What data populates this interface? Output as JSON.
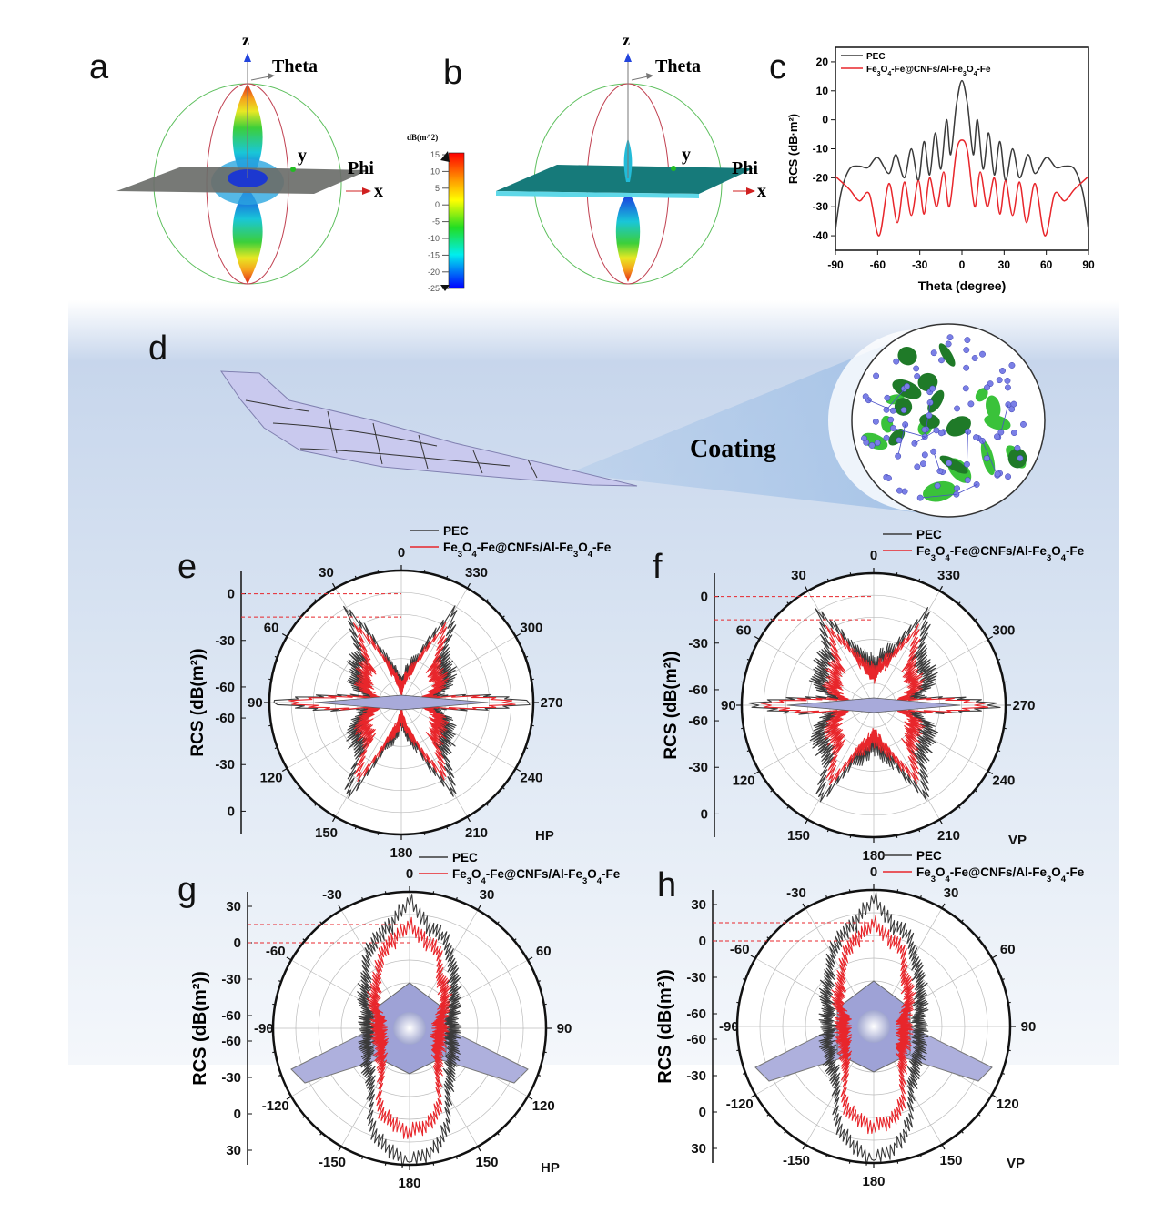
{
  "panel_letters": {
    "a": "a",
    "b": "b",
    "c": "c",
    "d": "d",
    "e": "e",
    "f": "f",
    "g": "g",
    "h": "h"
  },
  "panel_a": {
    "z": "z",
    "theta": "Theta",
    "phi": "Phi",
    "x": "x",
    "y": "y"
  },
  "panel_b": {
    "z": "z",
    "theta": "Theta",
    "phi": "Phi",
    "x": "x",
    "y": "y"
  },
  "colorbar": {
    "title": "dB(m^2)",
    "ticks": [
      "15",
      "10",
      "5",
      "0",
      "-5",
      "-10",
      "-15",
      "-20",
      "-25"
    ],
    "range": [
      -25,
      15
    ]
  },
  "panel_d": {
    "coating_label": "Coating"
  },
  "colors": {
    "pec": "#3a3a3a",
    "coated": "#e8262b",
    "grid": "#bbbbbb",
    "background_top": "#ffffff",
    "background_bottom": "#c9d7ec"
  },
  "chart_data": [
    {
      "id": "c",
      "type": "line",
      "xlabel": "Theta (degree)",
      "ylabel": "RCS (dB·m²)",
      "xlim": [
        -90,
        90
      ],
      "ylim": [
        -45,
        25
      ],
      "xticks": [
        "-90",
        "-60",
        "-30",
        "0",
        "30",
        "60",
        "90"
      ],
      "yticks": [
        "20",
        "10",
        "0",
        "-10",
        "-20",
        "-30",
        "-40"
      ],
      "legend": [
        "PEC",
        "Fe3O4-Fe@CNFs/Al-Fe3O4-Fe"
      ],
      "legend_position": "top-left",
      "series": [
        {
          "name": "PEC",
          "x": [
            -90,
            -86,
            -80,
            -73,
            -67,
            -60,
            -52,
            -47,
            -41,
            -36,
            -31,
            -27,
            -23,
            -19,
            -15,
            -11,
            -8,
            -4,
            0,
            4,
            8,
            11,
            15,
            19,
            23,
            27,
            31,
            36,
            41,
            47,
            52,
            60,
            67,
            73,
            80,
            86,
            90
          ],
          "y": [
            -38,
            -25,
            -17,
            -16,
            -16.5,
            -13,
            -18.5,
            -12,
            -20,
            -10,
            -21,
            -7.5,
            -19,
            -4.5,
            -17,
            0,
            -12,
            5,
            13.5,
            5,
            -12,
            0,
            -17,
            -4.5,
            -19,
            -7.5,
            -21,
            -10,
            -20,
            -12,
            -18.5,
            -13,
            -16.5,
            -16,
            -17,
            -25,
            -38
          ]
        },
        {
          "name": "Fe3O4-Fe@CNFs/Al-Fe3O4-Fe",
          "x": [
            -90,
            -80,
            -73,
            -66,
            -59,
            -52,
            -46,
            -41,
            -36,
            -31,
            -27,
            -23,
            -18,
            -13,
            -9,
            -4,
            0,
            4,
            9,
            13,
            18,
            23,
            27,
            31,
            36,
            41,
            46,
            52,
            59,
            66,
            73,
            80,
            90
          ],
          "y": [
            -19.5,
            -24,
            -28,
            -25.5,
            -40,
            -22,
            -35.5,
            -21.5,
            -33,
            -21,
            -32.5,
            -20,
            -30,
            -18,
            -30,
            -11,
            -7,
            -11,
            -30,
            -18,
            -30,
            -20,
            -32.5,
            -21,
            -33,
            -21.5,
            -35.5,
            -22,
            -40,
            -25.5,
            -28,
            -24,
            -19.5
          ]
        }
      ]
    },
    {
      "id": "e",
      "type": "polar",
      "polarization": "HP",
      "ylabel": "RCS (dB(m²))",
      "angle_ticks": [
        "0",
        "30",
        "60",
        "90",
        "120",
        "150",
        "180",
        "210",
        "240",
        "270",
        "300",
        "330"
      ],
      "radial_ticks": [
        "0",
        "-30",
        "-60",
        "-60",
        "-30",
        "0"
      ],
      "rlim": [
        -70,
        15
      ],
      "legend": [
        "PEC",
        "Fe3O4-Fe@CNFs/Al-Fe3O4-Fe"
      ],
      "reference_lines_db": [
        0,
        -15
      ],
      "angles_deg_step": 10,
      "series": [
        {
          "name": "PEC",
          "r": [
            -60,
            -50,
            -40,
            -2,
            -30,
            -32,
            -36,
            -40,
            -50,
            12,
            -50,
            -40,
            -36,
            -32,
            -30,
            -2,
            -40,
            -50,
            -60,
            -50,
            -40,
            -2,
            -30,
            -32,
            -36,
            -40,
            -50,
            12,
            -50,
            -40,
            -36,
            -32,
            -30,
            -2,
            -40,
            -50,
            -60
          ]
        },
        {
          "name": "Fe3O4-Fe@CNFs/Al-Fe3O4-Fe",
          "r": [
            -62,
            -55,
            -45,
            -15,
            -38,
            -40,
            -42,
            -45,
            -55,
            2,
            -55,
            -45,
            -42,
            -40,
            -38,
            -15,
            -45,
            -55,
            -62,
            -55,
            -45,
            -15,
            -38,
            -40,
            -42,
            -45,
            -55,
            2,
            -55,
            -45,
            -42,
            -40,
            -38,
            -15,
            -45,
            -55,
            -62
          ]
        }
      ]
    },
    {
      "id": "f",
      "type": "polar",
      "polarization": "VP",
      "ylabel": "RCS (dB(m²))",
      "angle_ticks": [
        "0",
        "30",
        "60",
        "90",
        "120",
        "150",
        "180",
        "210",
        "240",
        "270",
        "300",
        "330"
      ],
      "radial_ticks": [
        "0",
        "-30",
        "-60",
        "-60",
        "-30",
        "0"
      ],
      "rlim": [
        -70,
        15
      ],
      "legend": [
        "PEC",
        "Fe3O4-Fe@CNFs/Al-Fe3O4-Fe"
      ],
      "reference_lines_db": [
        0,
        -15
      ],
      "angles_deg_step": 10,
      "series": [
        {
          "name": "PEC",
          "r": [
            -45,
            -38,
            -32,
            -2,
            -25,
            -28,
            -30,
            -33,
            -45,
            10,
            -45,
            -33,
            -30,
            -28,
            -25,
            -2,
            -32,
            -38,
            -45,
            -38,
            -32,
            -2,
            -25,
            -28,
            -30,
            -33,
            -45,
            10,
            -45,
            -33,
            -30,
            -28,
            -25,
            -2,
            -32,
            -38,
            -45
          ]
        },
        {
          "name": "Fe3O4-Fe@CNFs/Al-Fe3O4-Fe",
          "r": [
            -50,
            -45,
            -38,
            -15,
            -35,
            -38,
            -40,
            -42,
            -52,
            2,
            -52,
            -42,
            -40,
            -38,
            -35,
            -15,
            -38,
            -45,
            -50,
            -45,
            -38,
            -15,
            -35,
            -38,
            -40,
            -42,
            -52,
            2,
            -52,
            -42,
            -40,
            -38,
            -35,
            -15,
            -38,
            -45,
            -50
          ]
        }
      ]
    },
    {
      "id": "g",
      "type": "polar",
      "polarization": "HP",
      "ylabel": "RCS (dB(m²))",
      "angle_ticks": [
        "0",
        "30",
        "60",
        "90",
        "120",
        "150",
        "180",
        "-150",
        "-120",
        "-90",
        "-60",
        "-30"
      ],
      "radial_ticks": [
        "30",
        "0",
        "-30",
        "-60",
        "-60",
        "-30",
        "0",
        "30"
      ],
      "rlim": [
        -70.5,
        42
      ],
      "legend": [
        "PEC",
        "Fe3O4-Fe@CNFs/Al-Fe3O4-Fe"
      ],
      "reference_lines_db": [
        15,
        0
      ],
      "angles_deg_start": -180,
      "angles_deg_step": 10,
      "series": [
        {
          "name": "PEC",
          "r": [
            40,
            32,
            18,
            -8,
            -20,
            -25,
            -30,
            -33,
            -35,
            -35,
            -35,
            -33,
            -28,
            -22,
            -15,
            -2,
            10,
            15,
            35,
            15,
            10,
            -2,
            -15,
            -22,
            -28,
            -33,
            -35,
            -35,
            -35,
            -33,
            -30,
            -25,
            -20,
            -8,
            18,
            32,
            40
          ]
        },
        {
          "name": "Fe3O4-Fe@CNFs/Al-Fe3O4-Fe",
          "r": [
            15,
            10,
            0,
            -25,
            -35,
            -40,
            -43,
            -45,
            -45,
            -45,
            -45,
            -43,
            -38,
            -32,
            -27,
            -20,
            -3,
            3,
            15,
            3,
            -3,
            -20,
            -27,
            -32,
            -38,
            -43,
            -45,
            -45,
            -45,
            -45,
            -43,
            -40,
            -35,
            -25,
            0,
            10,
            15
          ]
        }
      ]
    },
    {
      "id": "h",
      "type": "polar",
      "polarization": "VP",
      "ylabel": "RCS (dB(m²))",
      "angle_ticks": [
        "0",
        "30",
        "60",
        "90",
        "120",
        "150",
        "180",
        "-150",
        "-120",
        "-90",
        "-60",
        "-30"
      ],
      "radial_ticks": [
        "30",
        "0",
        "-30",
        "-60",
        "-60",
        "-30",
        "0",
        "30"
      ],
      "rlim": [
        -70.5,
        42
      ],
      "legend": [
        "PEC",
        "Fe3O4-Fe@CNFs/Al-Fe3O4-Fe"
      ],
      "reference_lines_db": [
        15,
        0
      ],
      "angles_deg_start": -180,
      "angles_deg_step": 10,
      "series": [
        {
          "name": "PEC",
          "r": [
            40,
            30,
            15,
            -10,
            -20,
            -24,
            -28,
            -30,
            -32,
            -33,
            -32,
            -30,
            -26,
            -20,
            -14,
            -3,
            10,
            15,
            35,
            15,
            10,
            -3,
            -14,
            -20,
            -26,
            -30,
            -32,
            -33,
            -32,
            -30,
            -28,
            -24,
            -20,
            -10,
            15,
            30,
            40
          ]
        },
        {
          "name": "Fe3O4-Fe@CNFs/Al-Fe3O4-Fe",
          "r": [
            12,
            8,
            -2,
            -25,
            -35,
            -40,
            -42,
            -44,
            -45,
            -45,
            -45,
            -44,
            -38,
            -32,
            -28,
            -20,
            -3,
            3,
            15,
            3,
            -3,
            -20,
            -28,
            -32,
            -38,
            -44,
            -45,
            -45,
            -45,
            -44,
            -42,
            -40,
            -35,
            -25,
            -2,
            8,
            12
          ]
        }
      ]
    }
  ]
}
